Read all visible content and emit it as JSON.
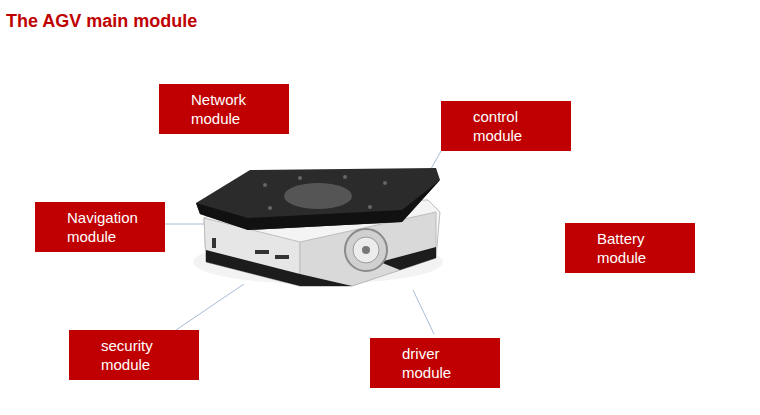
{
  "diagram": {
    "title": "The AGV main module",
    "nodes": [
      {
        "text": [
          "Network module"
        ]
      },
      {
        "text": [
          "control module"
        ]
      },
      {
        "text": [
          "Navigation module"
        ]
      },
      {
        "text": [
          "Battery module"
        ]
      },
      {
        "text": [
          "security module"
        ]
      },
      {
        "text": [
          "driver module"
        ]
      }
    ]
  }
}
